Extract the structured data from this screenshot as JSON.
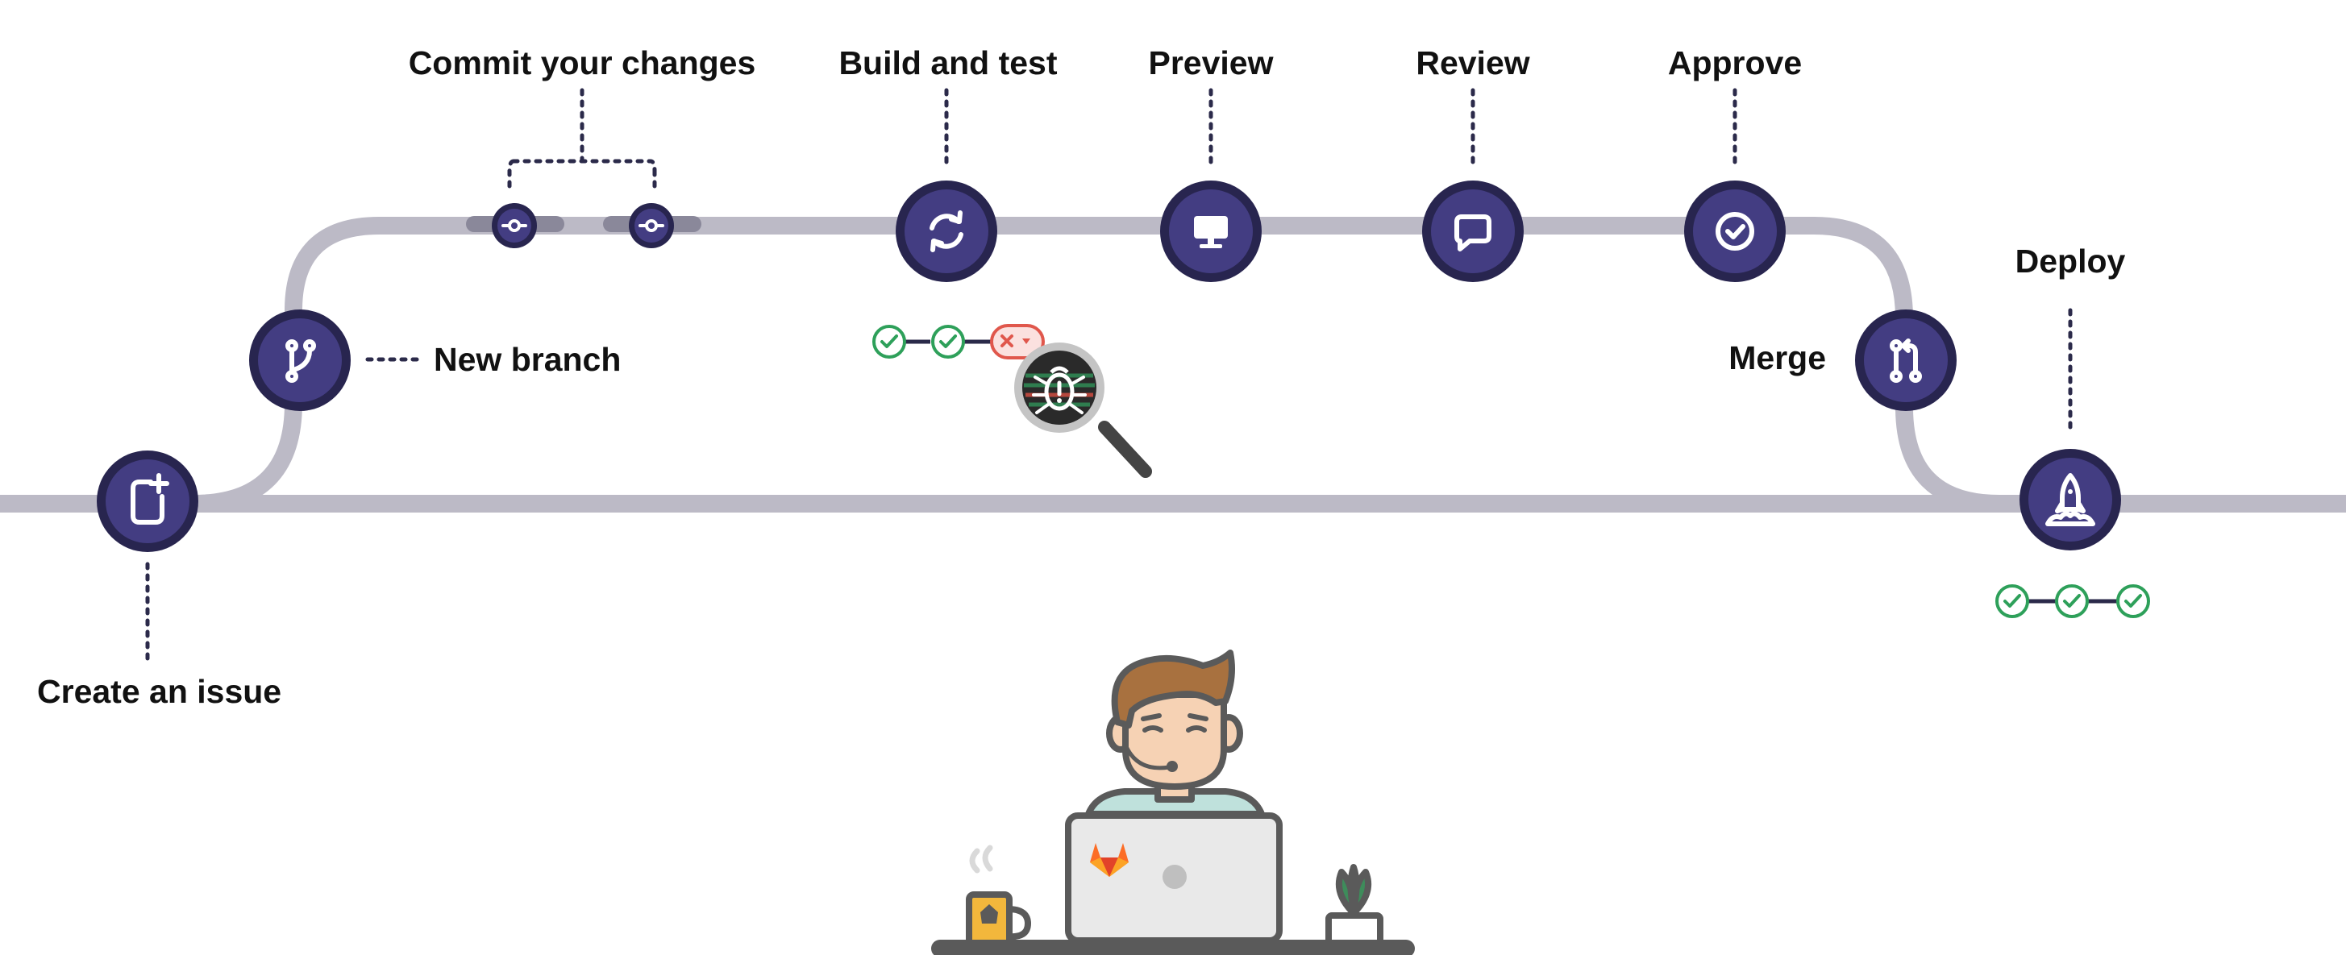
{
  "stages": {
    "create_issue": "Create an issue",
    "new_branch": "New branch",
    "commit": "Commit your changes",
    "build_test": "Build and test",
    "preview": "Preview",
    "review": "Review",
    "approve": "Approve",
    "merge": "Merge",
    "deploy": "Deploy"
  },
  "icons": [
    "new-issue-icon",
    "branch-icon",
    "commit-icon",
    "sync-icon",
    "monitor-icon",
    "comment-icon",
    "check-circle-icon",
    "merge-request-icon",
    "rocket-icon",
    "bug-magnifier-icon",
    "gitlab-logo"
  ],
  "pipelines": {
    "build_test": [
      "passed",
      "passed",
      "failed"
    ],
    "deploy": [
      "passed",
      "passed",
      "passed"
    ]
  },
  "colors": {
    "node_fill": "#433d82",
    "node_ring": "#28254f",
    "track": "#bcbac6",
    "passed": "#2ea05a",
    "failed": "#e0574c"
  }
}
